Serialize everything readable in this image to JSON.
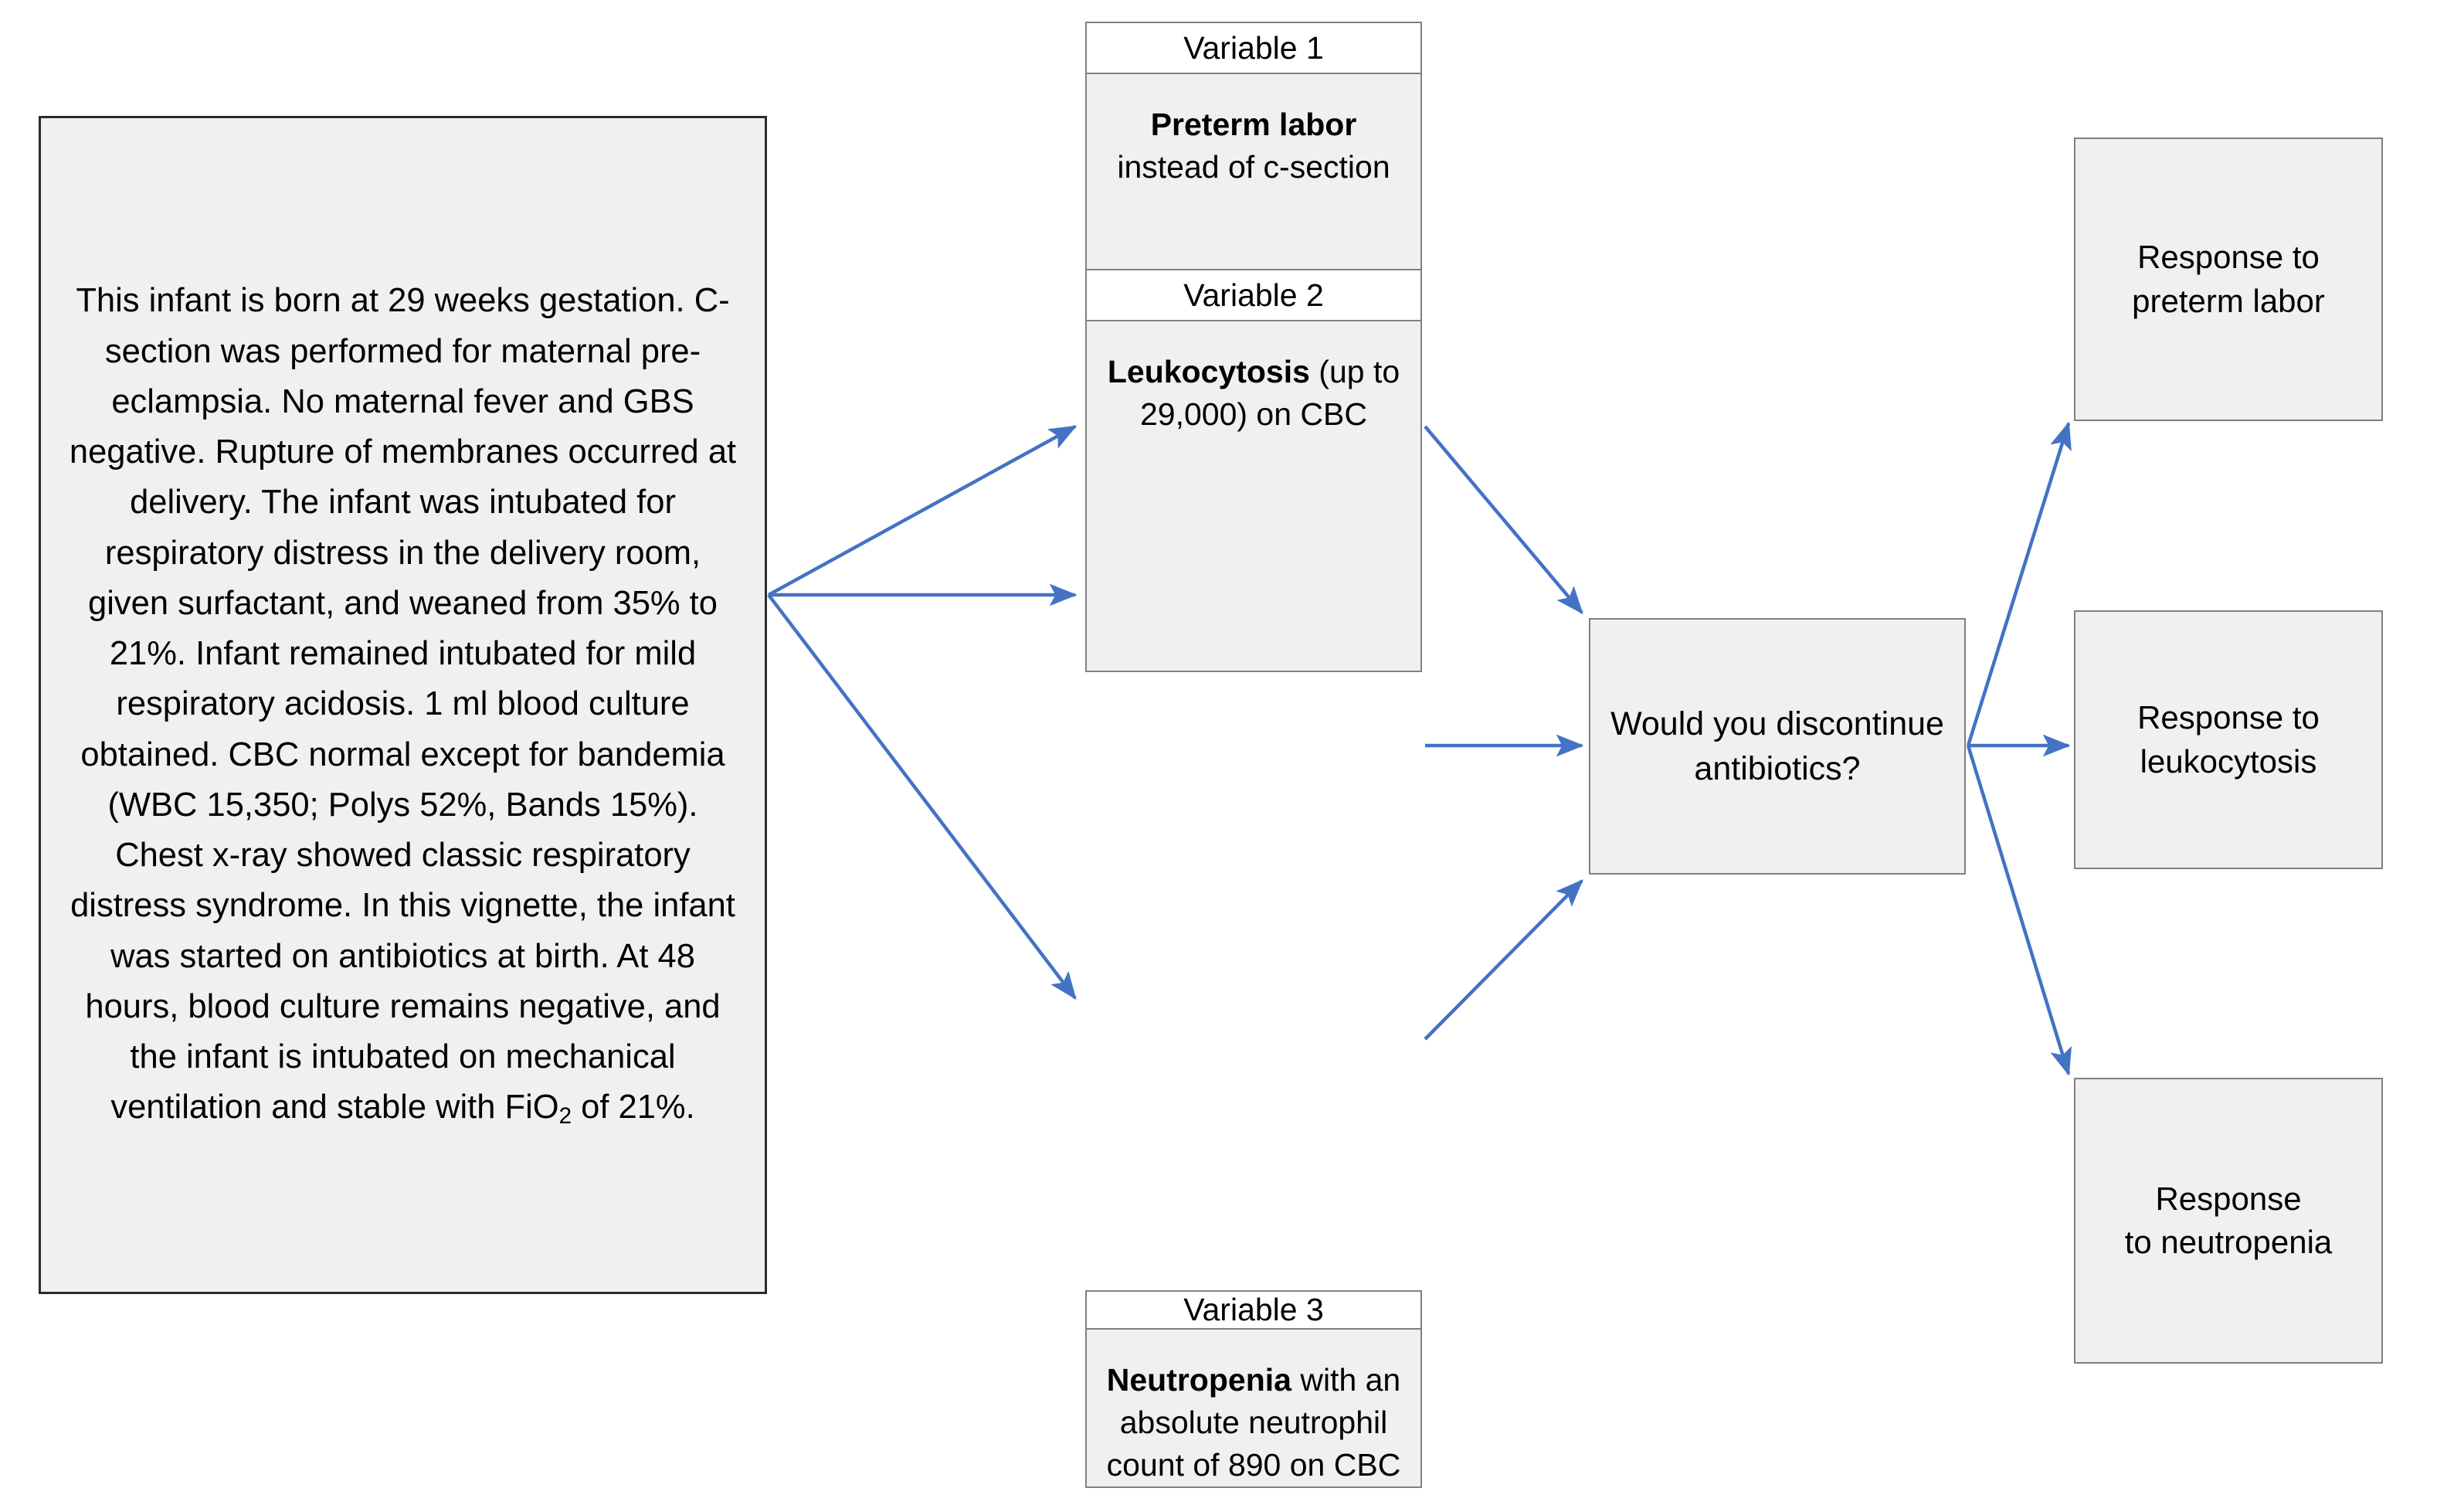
{
  "colors": {
    "arrow": "#4472C4",
    "box_fill": "#F0F0F0",
    "box_border": "#7F7F7F",
    "vignette_border": "#2B2B2B",
    "header_fill": "#FFFFFF"
  },
  "vignette": {
    "text_part1": "This infant is born at 29 weeks gestation. C-section was performed for maternal pre-eclampsia. No maternal fever and GBS negative. Rupture of membranes occurred at delivery. The infant was intubated for respiratory distress in the delivery room, given surfactant, and weaned from 35% to 21%. Infant remained intubated for mild respiratory acidosis. 1 ml blood culture obtained. CBC normal except for bandemia (WBC 15,350; Polys 52%, Bands 15%). Chest x-ray showed classic respiratory distress syndrome. In this vignette, the infant was started on antibiotics at birth. At 48 hours, blood culture remains negative, and the infant is intubated on mechanical ventilation and stable with FiO",
    "subscript": "2",
    "text_part2": " of 21%."
  },
  "variables": [
    {
      "header": "Variable 1",
      "emphasis": "Preterm labor",
      "rest": " instead of c-section"
    },
    {
      "header": "Variable 2",
      "emphasis": "Leukocytosis",
      "rest": " (up to 29,000) on CBC"
    },
    {
      "header": "Variable 3",
      "emphasis": "Neutropenia",
      "rest": " with an absolute neutrophil count of 890 on CBC"
    }
  ],
  "decision": {
    "question": "Would you discontinue antibiotics?"
  },
  "responses": [
    {
      "label": "Response to preterm labor"
    },
    {
      "label": "Response to leukocytosis"
    },
    {
      "label": "Response\nto neutropenia"
    }
  ]
}
